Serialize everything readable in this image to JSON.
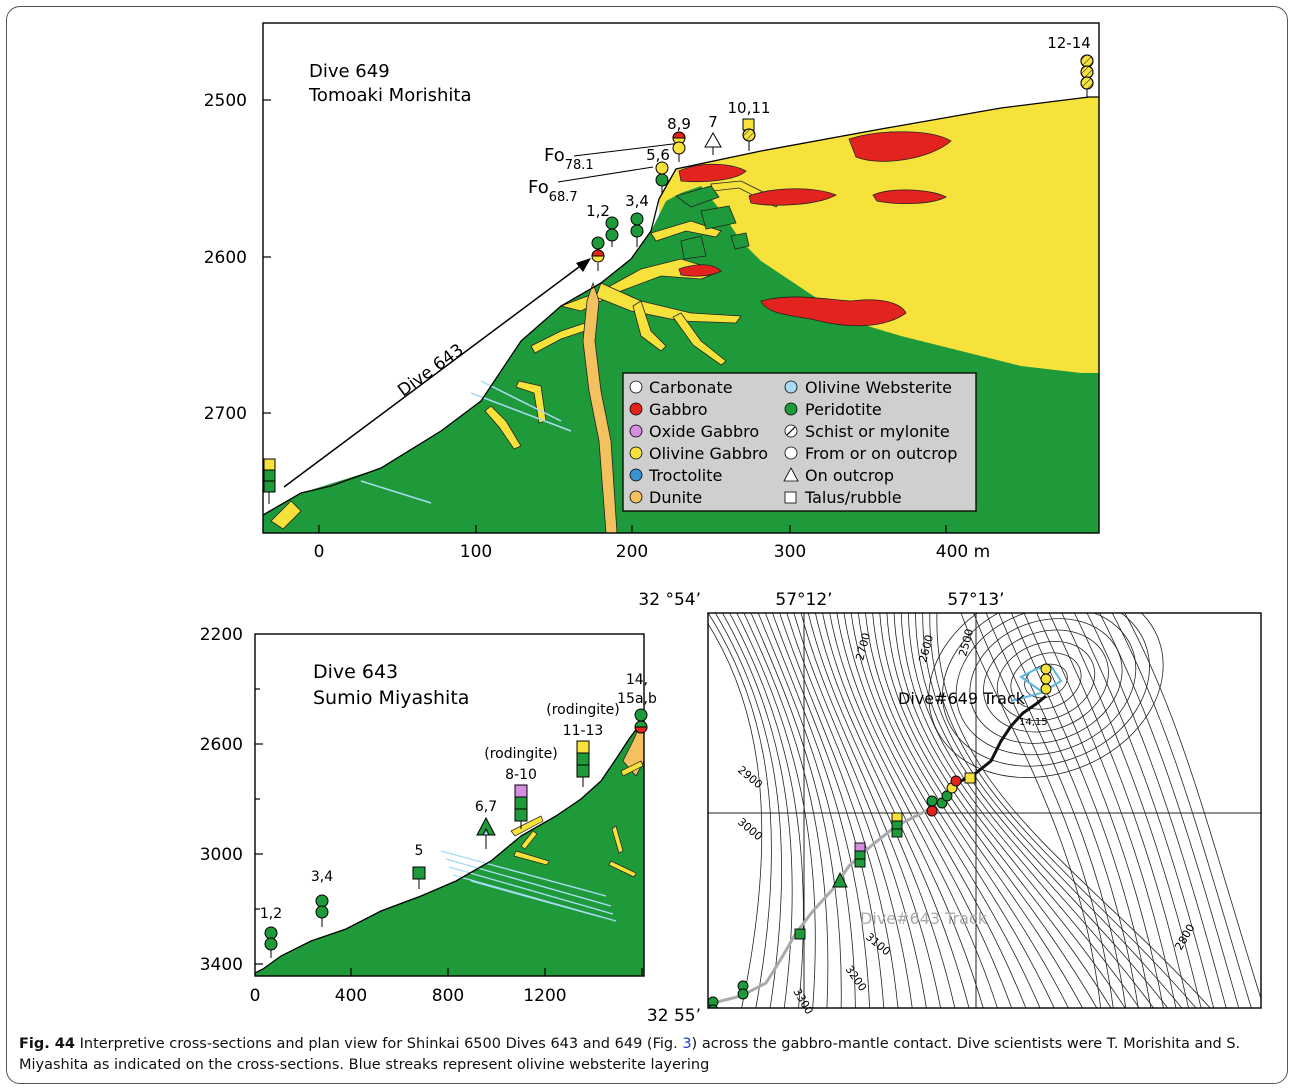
{
  "top_section": {
    "title_line1": "Dive 649",
    "title_line2": "Tomoaki Morishita",
    "y_ticks": [
      "2500",
      "2600",
      "2700"
    ],
    "x_ticks": [
      "0",
      "100",
      "200",
      "300",
      "400 m"
    ],
    "dive_arrow_label": "Dive 643",
    "fo_labels": [
      {
        "base": "Fo",
        "sub": "78.1"
      },
      {
        "base": "Fo",
        "sub": "68.7"
      }
    ],
    "sample_labels": [
      "1,2",
      "3,4",
      "5,6",
      "7",
      "8,9",
      "10,11",
      "12-14"
    ]
  },
  "legend": {
    "items": [
      {
        "label": "Carbonate",
        "color": "#ffffff"
      },
      {
        "label": "Gabbro",
        "color": "#e3231d"
      },
      {
        "label": "Oxide Gabbro",
        "color": "#d58de0"
      },
      {
        "label": "Olivine Gabbro",
        "color": "#f7e23c"
      },
      {
        "label": "Troctolite",
        "color": "#3a91cf"
      },
      {
        "label": "Dunite",
        "color": "#f4c15f"
      },
      {
        "label": "Olivine Websterite",
        "color": "#a9dcf4"
      },
      {
        "label": "Peridotite",
        "color": "#1f9a3a"
      },
      {
        "label": "Schist or mylonite",
        "color": "hatch"
      },
      {
        "label": "From or on outcrop",
        "color": "circle"
      },
      {
        "label": "On outcrop",
        "color": "triangle"
      },
      {
        "label": "Talus/rubble",
        "color": "square"
      }
    ]
  },
  "bottom_section": {
    "title_line1": "Dive 643",
    "title_line2": "Sumio Miyashita",
    "y_ticks": [
      "2200",
      "2600",
      "3000",
      "3400"
    ],
    "x_ticks": [
      "0",
      "400",
      "800",
      "1200"
    ],
    "sample_labels": [
      "1,2",
      "3,4",
      "5",
      "6,7",
      "(rodingite)",
      "8-10",
      "(rodingite)",
      "11-13",
      "14,",
      "15a,b"
    ]
  },
  "map": {
    "lat_top": "32 °54’",
    "lat_bottom": "32 55’",
    "lon_left": "57°12’",
    "lon_right": "57°13’",
    "track_649": "Dive#649 Track",
    "track_643": "Dive#643 Track",
    "sample_label": "14,15",
    "contours": [
      "2700",
      "2600",
      "2500",
      "2900",
      "3000",
      "3100",
      "3200",
      "3300",
      "2800"
    ]
  },
  "colors": {
    "peridotite": "#1f9a3a",
    "olivine_gabbro": "#f7e23c",
    "gabbro": "#e3231d",
    "dunite": "#f4c15f",
    "websterite": "#a9dcf4",
    "oxide_gabbro": "#d58de0"
  },
  "caption": {
    "fig": "Fig. 44",
    "text1": " Interpretive cross-sections and plan view for Shinkai 6500 Dives 643 and 649 (Fig. ",
    "ref": "3",
    "text2": ") across the gabbro-mantle contact. Dive scientists were T. Morishita and S. Miyashita as indicated on the cross-sections. Blue streaks represent olivine websterite layering"
  }
}
